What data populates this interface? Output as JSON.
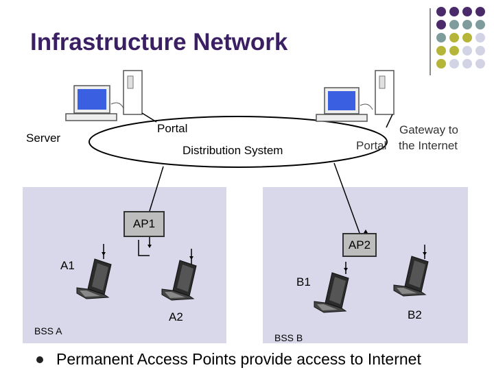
{
  "slide": {
    "title": "Infrastructure Network",
    "bullet": "Permanent Access Points provide access to Internet"
  },
  "diagram": {
    "server_label": "Server",
    "portal_left": "Portal",
    "distribution_system": "Distribution System",
    "gateway_line1": "Gateway to",
    "gateway_line2": "the Internet",
    "portal_right": "Portal",
    "ap1": "AP1",
    "ap2": "AP2",
    "bss_a": "BSS A",
    "bss_b": "BSS B",
    "a1": "A1",
    "a2": "A2",
    "b1": "B1",
    "b2": "B2"
  },
  "colors": {
    "title": "#3a1f63",
    "bss_fill": "#d8d8ea",
    "dot_purple": "#4b2a6b",
    "dot_teal": "#7f9c9c",
    "dot_olive": "#b5b53a",
    "dot_lavender": "#d3d3e6",
    "gateway_text": "#333333"
  }
}
